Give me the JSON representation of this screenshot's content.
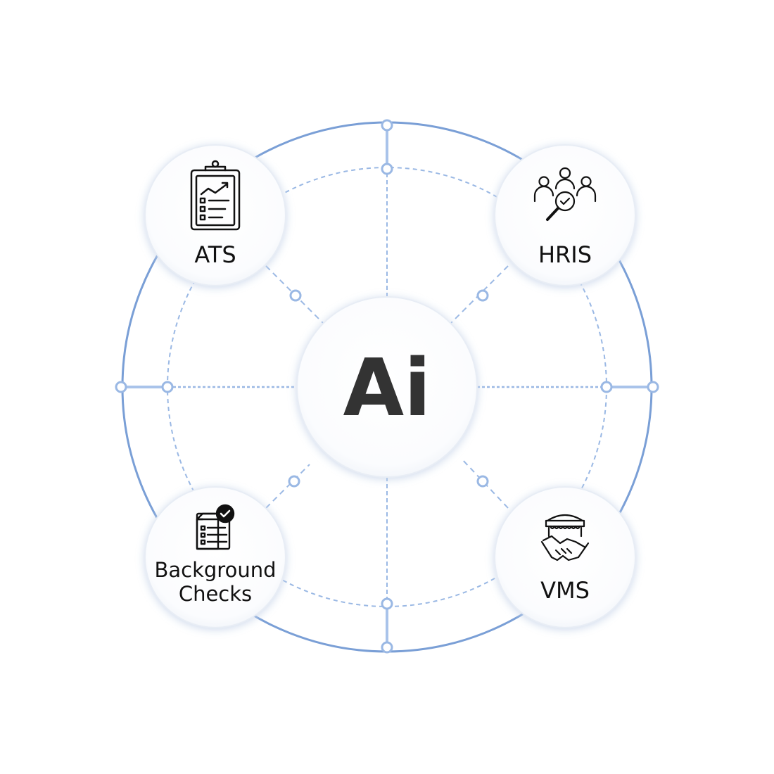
{
  "center": {
    "label": "Ai"
  },
  "nodes": [
    {
      "id": "ats",
      "label": "ATS",
      "icon": "clipboard-chart-icon"
    },
    {
      "id": "hris",
      "label": "HRIS",
      "icon": "people-search-icon"
    },
    {
      "id": "background",
      "label_line1": "Background",
      "label_line2": "Checks",
      "icon": "checklist-check-icon"
    },
    {
      "id": "vms",
      "label": "VMS",
      "icon": "store-handshake-icon"
    }
  ],
  "colors": {
    "ring": "#7a9fd6",
    "ring_light": "#a9c3ea",
    "dashed": "#9ab8e4",
    "node_fill": "#ffffff",
    "node_border": "#e8edf5",
    "icon": "#111111",
    "text": "#111111",
    "center_text": "#333333"
  }
}
